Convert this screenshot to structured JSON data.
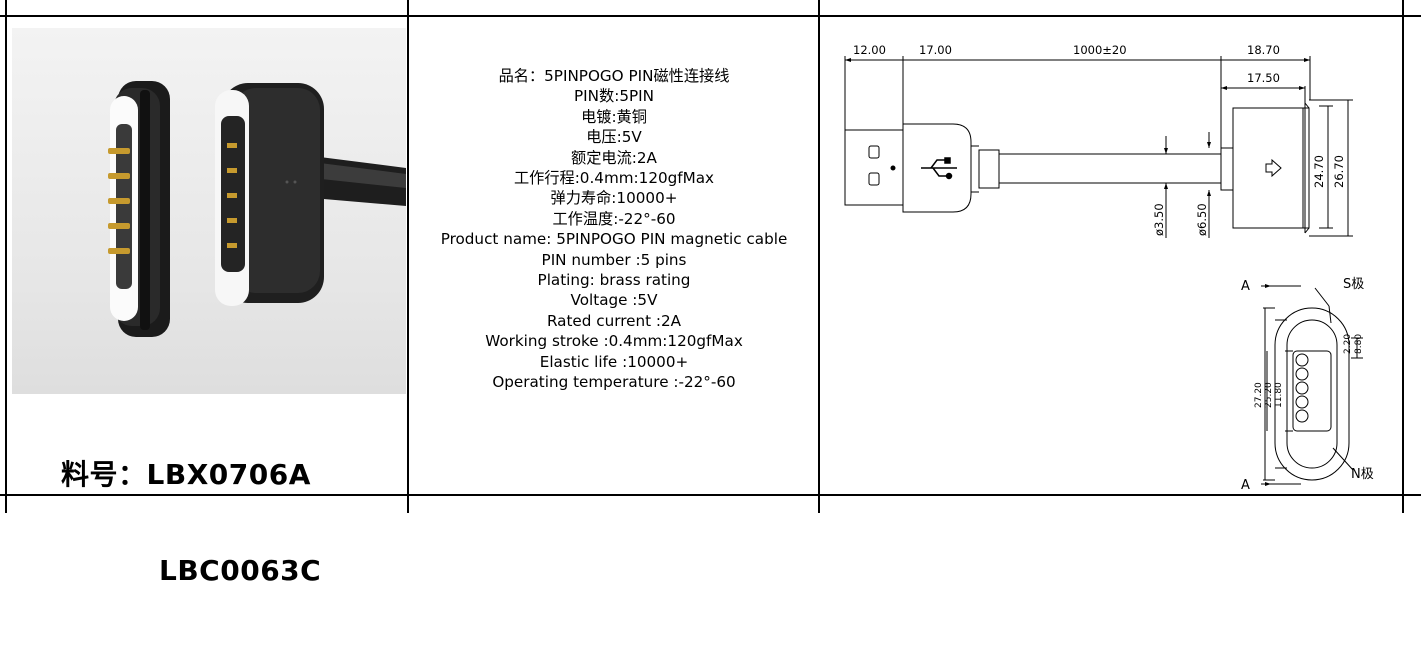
{
  "part_label": {
    "prefix": "料号：",
    "line1": "LBX0706A",
    "line2": "LBC0063C"
  },
  "specs": [
    "品名：5PINPOGO PIN磁性连接线",
    "PIN数:5PIN",
    "电镀:黄铜",
    "电压:5V",
    "额定电流:2A",
    "工作行程:0.4mm:120gfMax",
    "弹力寿命:10000+",
    "工作温度:-22°-60",
    "Product name: 5PINPOGO PIN magnetic cable",
    "PIN number :5 pins",
    "Plating: brass rating",
    "Voltage :5V",
    "Rated current :2A",
    "Working stroke :0.4mm:120gfMax",
    "Elastic life :10000+",
    "Operating temperature :-22°-60"
  ],
  "drawing": {
    "dim_12": "12.00",
    "dim_17": "17.00",
    "dim_1000": "1000±20",
    "dim_1870": "18.70",
    "dim_1750": "17.50",
    "dim_2470": "24.70",
    "dim_2670": "26.70",
    "dia_350": "ø3.50",
    "dia_650": "ø6.50",
    "label_a_top": "A",
    "label_a_bottom": "A",
    "label_s": "S极",
    "label_n": "N极",
    "dim_220": "2.20",
    "dim_880": "8.80",
    "dim_2720": "27.20",
    "dim_2520": "25.20",
    "dim_1180": "11.80"
  }
}
